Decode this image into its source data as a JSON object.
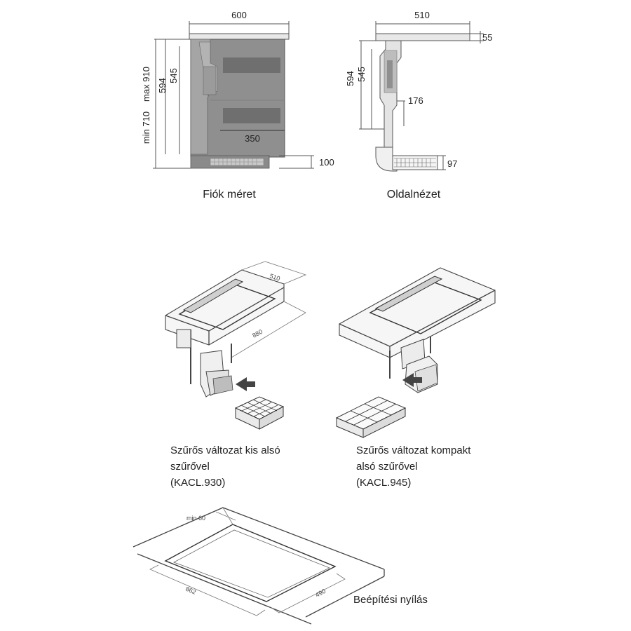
{
  "front_view": {
    "caption": "Fiók méret",
    "width": "600",
    "height_total": "594",
    "height_inner": "545",
    "min_label": "min 710",
    "max_label": "max 910",
    "drawer_width": "350",
    "plinth": "100"
  },
  "side_view": {
    "caption": "Oldalnézet",
    "depth": "510",
    "top_thickness": "55",
    "height_total": "594",
    "height_inner": "545",
    "duct_offset": "176",
    "filter_height": "97"
  },
  "variant_small": {
    "dim_depth": "510",
    "dim_length": "880",
    "caption_line1": "Szűrős változat kis alsó",
    "caption_line2": "szűrővel",
    "caption_line3": "(KACL.930)"
  },
  "variant_compact": {
    "caption_line1": "Szűrős változat kompakt",
    "caption_line2": "alsó szűrővel",
    "caption_line3": "(KACL.945)"
  },
  "cutout": {
    "min_label": "min 60",
    "length": "862",
    "depth": "490",
    "caption": "Beépítési nyílás"
  },
  "colors": {
    "cabinet_fill": "#8c8c8c",
    "cabinet_dark": "#6e6e6e",
    "line": "#555555",
    "panel_light": "#e6e6e6"
  }
}
